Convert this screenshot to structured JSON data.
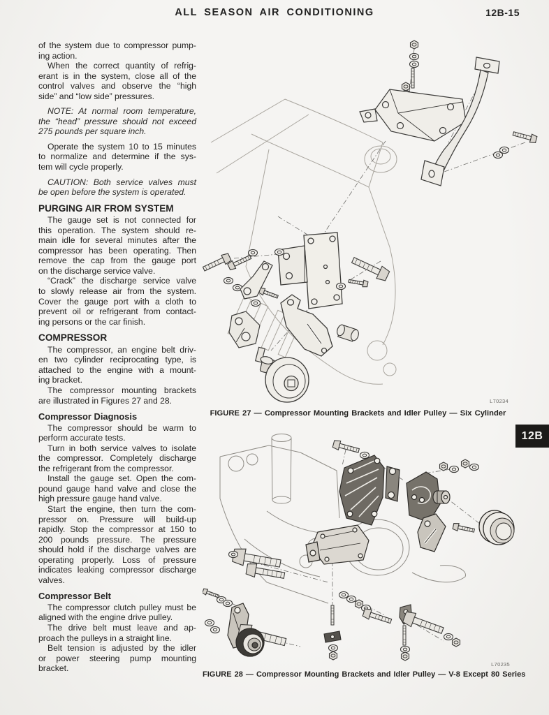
{
  "header": {
    "title": "ALL SEASON AIR CONDITIONING",
    "page_number": "12B-15"
  },
  "section_tab": {
    "label": "12B"
  },
  "article": {
    "blocks": [
      {
        "type": "cont",
        "lines": [
          "of the system due to compressor pump-",
          "ing action."
        ]
      },
      {
        "type": "para",
        "lines": [
          "When the correct quantity of refrig-",
          "erant is in the system, close all of the",
          "control valves and observe the “high",
          "side” and “low side” pressures."
        ]
      },
      {
        "type": "note",
        "lines": [
          "NOTE: At normal room temperature,",
          "the “head” pressure should not exceed",
          "275 pounds per square inch."
        ]
      },
      {
        "type": "para",
        "lines": [
          "Operate the system 10 to 15 minutes",
          "to normalize and determine if the sys-",
          "tem will cycle properly."
        ]
      },
      {
        "type": "note",
        "lines": [
          "CAUTION: Both service valves must",
          "be open before the system is operated."
        ]
      },
      {
        "type": "heading",
        "lines": [
          "PURGING AIR FROM SYSTEM"
        ]
      },
      {
        "type": "para",
        "lines": [
          "The gauge set is not connected for",
          "this operation. The system should re-",
          "main idle for several minutes after the",
          "compressor has been operating. Then",
          "remove the cap from the gauge port",
          "on the discharge service valve."
        ]
      },
      {
        "type": "para",
        "lines": [
          "“Crack” the discharge service valve",
          "to slowly release air from the system.",
          "Cover the gauge port with a cloth to",
          "prevent oil or refrigerant from contact-",
          "ing persons or the car finish."
        ]
      },
      {
        "type": "heading",
        "lines": [
          "COMPRESSOR"
        ]
      },
      {
        "type": "para",
        "lines": [
          "The compressor, an engine belt driv-",
          "en two cylinder reciprocating type, is",
          "attached to the engine with a mount-",
          "ing bracket."
        ]
      },
      {
        "type": "para",
        "lines": [
          "The compressor mounting brackets",
          "are illustrated in Figures 27 and 28."
        ]
      },
      {
        "type": "subheading",
        "lines": [
          "Compressor Diagnosis"
        ]
      },
      {
        "type": "para",
        "lines": [
          "The compressor should be warm to",
          "perform accurate tests."
        ]
      },
      {
        "type": "para",
        "lines": [
          "Turn in both service valves to isolate",
          "the compressor. Completely discharge",
          "the refrigerant from the compressor."
        ]
      },
      {
        "type": "para",
        "lines": [
          "Install the gauge set. Open the com-",
          "pound gauge hand valve and close the",
          "high pressure gauge hand valve."
        ]
      },
      {
        "type": "para",
        "lines": [
          "Start the engine, then turn the com-",
          "pressor on. Pressure will build-up",
          "rapidly. Stop the compressor at 150 to",
          "200 pounds pressure. The pressure",
          "should hold if the discharge valves are",
          "operating properly. Loss of pressure",
          "indicates leaking compressor discharge",
          "valves."
        ]
      },
      {
        "type": "subheading",
        "lines": [
          "Compressor Belt"
        ]
      },
      {
        "type": "para",
        "lines": [
          "The compressor clutch pulley must be",
          "aligned with the engine drive pulley."
        ]
      },
      {
        "type": "para",
        "lines": [
          "The drive belt must leave and ap-",
          "proach the pulleys in a straight line."
        ]
      },
      {
        "type": "para",
        "lines": [
          "Belt tension is adjusted by the idler",
          "or power steering pump mounting",
          "bracket."
        ]
      }
    ]
  },
  "figures": [
    {
      "photo_code": "L70234",
      "caption": "FIGURE 27 — Compressor Mounting Brackets and Idler Pulley — Six Cylinder"
    },
    {
      "photo_code": "L70235",
      "caption": "FIGURE 28 — Compressor Mounting Brackets and Idler Pulley — V-8 Except 80 Series"
    }
  ]
}
